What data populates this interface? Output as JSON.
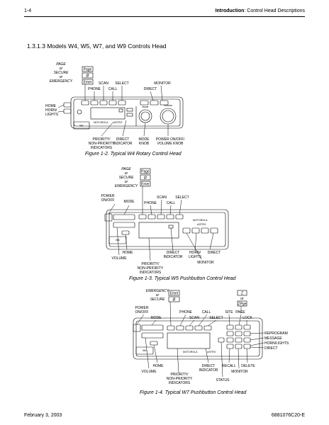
{
  "header": {
    "page_number": "1-4",
    "section_bold": "Introduction",
    "section_rest": ": Control Head Descriptions"
  },
  "section_title": "1.3.1.3  Models W4, W5, W7, and W9 Controls Head",
  "figures": {
    "fig1": {
      "caption": "Figure 1-2.  Typical W4 Rotary Control Head",
      "labels": {
        "page": "PAGE",
        "or1": "or",
        "secure": "SECURE",
        "or2": "or",
        "emergency": "EMERGENCY",
        "key_page": "Page",
        "key_secure": "Ø",
        "key_emer": "Emer",
        "scan": "SCAN",
        "select": "SELECT",
        "phone": "PHONE",
        "call": "CALL",
        "monitor": "MONITOR",
        "direct": "DIRECT",
        "home": "HOME",
        "horn1": "HORN/",
        "horn2": "LIGHTS",
        "mode": "Mode",
        "volume": "Volume",
        "mic": "Mic",
        "prio1": "PRIORITY/",
        "prio2": "NON-PRIORITY",
        "prio3": "INDICATORS",
        "direct_ind1": "DIRECT",
        "direct_ind2": "INDICATOR",
        "mode_knob1": "MODE",
        "mode_knob2": "KNOB",
        "power1": "POWER ON/OFF/",
        "power2": "VOLUME KNOB",
        "brand": "MOTOROLA",
        "model": "ASTRO"
      }
    },
    "fig2": {
      "caption": "Figure 1-3.  Typical W5 Pushbutton Control Head",
      "labels": {
        "page": "PAGE",
        "or1": "or",
        "secure": "SECURE",
        "or2": "or",
        "emergency": "EMERGENCY",
        "key_page": "Page",
        "key_secure": "Ø",
        "key_emer": "Emer",
        "power1": "POWER",
        "power2": "ON/OFF",
        "mode": "MODE",
        "scan": "SCAN",
        "select": "SELECT",
        "phone": "PHONE",
        "call": "CALL",
        "home": "HOME",
        "volume": "VOLUME",
        "mic": "Mic",
        "prio1": "PRIORITY/",
        "prio2": "NON-PRIORITY",
        "prio3": "INDICATORS",
        "direct_ind1": "DIRECT",
        "direct_ind2": "INDICATOR",
        "horn1": "HORN/",
        "horn2": "LIGHTS",
        "direct": "DIRECT",
        "monitor": "MONITOR",
        "brand": "MOTOROLA",
        "model": "ASTRO"
      }
    },
    "fig3": {
      "caption": "Figure 1-4.  Typical W7 Pushbutton Control Head",
      "labels": {
        "emergency": "EMERGENCY",
        "or1": "or",
        "secure": "SECURE",
        "key_emer": "Emer",
        "key_secure": "Ø",
        "key_z": "Z",
        "or2": "or",
        "key_zpage": "ZPge",
        "power1": "POWER",
        "power2": "ON/OFF",
        "mode": "MODE",
        "phone": "PHONE",
        "call": "CALL",
        "scan": "SCAN",
        "select": "SELECT",
        "site": "SITE",
        "page": "PAGE",
        "lock": "LOCK",
        "reprogram": "REPROGRAM",
        "message": "MESSAGE",
        "hornlights": "HORN/LIGHTS",
        "direct": "DIRECT",
        "home": "HOME",
        "volume": "VOLUME",
        "prio1": "PRIORITY/",
        "prio2": "NON-PRIORITY",
        "prio3": "INDICATORS",
        "direct_ind1": "DIRECT",
        "direct_ind2": "INDICATOR",
        "recall": "RECALL",
        "delete": "DELETE",
        "monitor": "MONITOR",
        "status": "STATUS",
        "mic": "Mic",
        "brand": "MOTOROLA",
        "model": "ASTRO"
      }
    }
  },
  "footer": {
    "date": "February 3, 2003",
    "doc_number": "6881076C20-E"
  }
}
